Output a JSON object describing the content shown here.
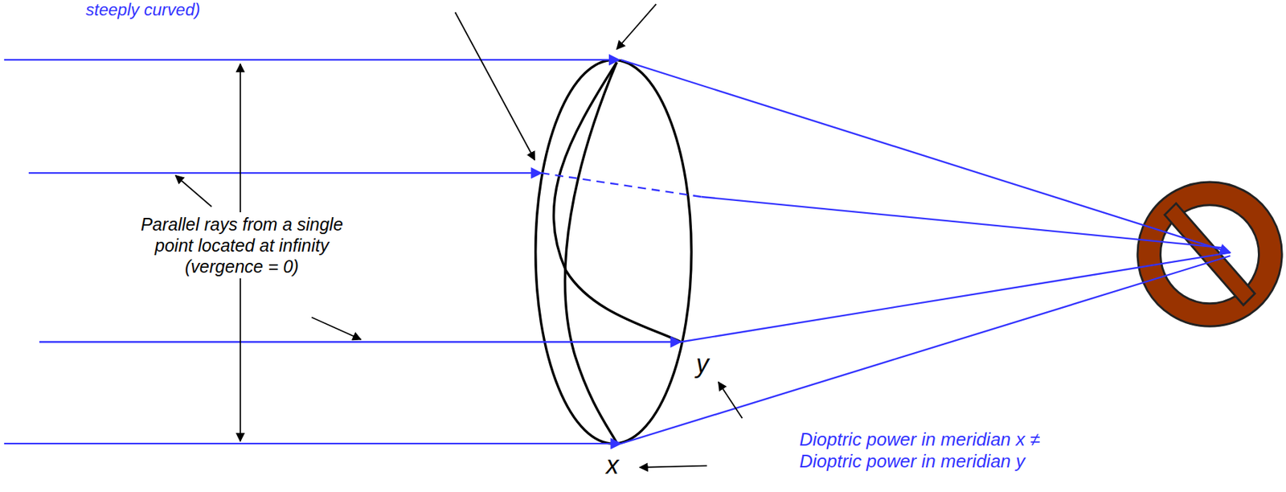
{
  "diagram": {
    "labels": [
      "steeply curved)",
      "Parallel rays from a single point located at infinity (vergence = 0)",
      "y",
      "x",
      "Dioptric power in meridian x ≠ Dioptric power in meridian y"
    ]
  }
}
